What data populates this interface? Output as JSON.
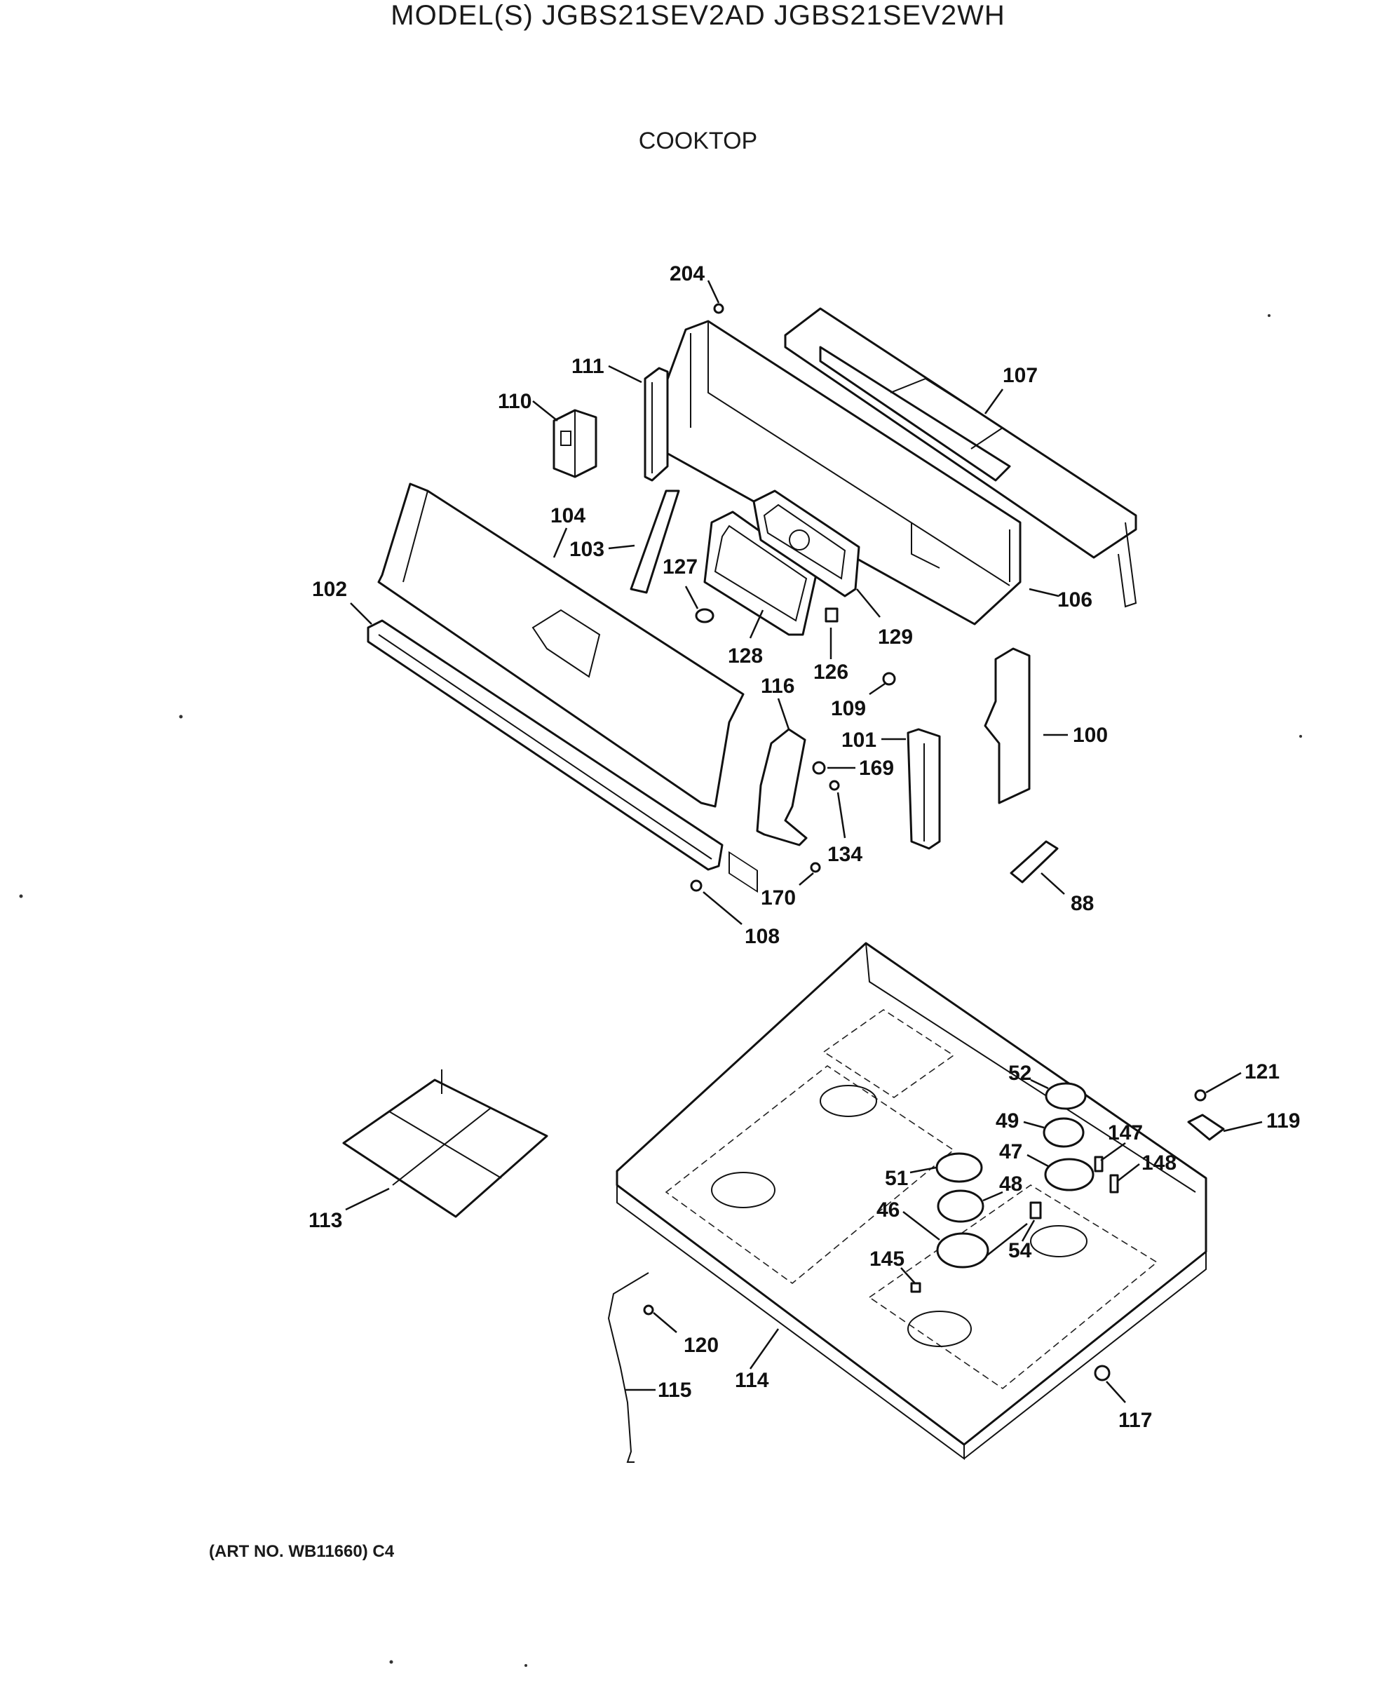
{
  "header": {
    "model_title": "MODEL(S) JGBS21SEV2AD  JGBS21SEV2WH",
    "section_title": "COOKTOP"
  },
  "footer": {
    "art_number": "(ART NO. WB11660) C4"
  },
  "parts": {
    "p204": "204",
    "p111": "111",
    "p110": "110",
    "p107": "107",
    "p104": "104",
    "p103": "103",
    "p127": "127",
    "p102": "102",
    "p128": "128",
    "p129": "129",
    "p106": "106",
    "p126": "126",
    "p116": "116",
    "p109": "109",
    "p101": "101",
    "p100": "100",
    "p169": "169",
    "p134": "134",
    "p170": "170",
    "p108": "108",
    "p88": "88",
    "p52": "52",
    "p121": "121",
    "p49": "49",
    "p147": "147",
    "p119": "119",
    "p47": "47",
    "p148": "148",
    "p51": "51",
    "p48": "48",
    "p46": "46",
    "p54": "54",
    "p113": "113",
    "p145": "145",
    "p120": "120",
    "p115": "115",
    "p114": "114",
    "p117": "117"
  }
}
